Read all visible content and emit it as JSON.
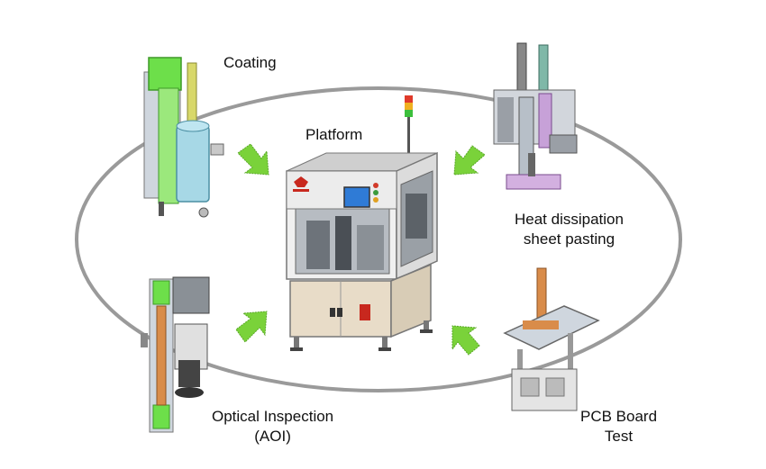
{
  "labels": {
    "platform": "Platform",
    "coating": "Coating",
    "heat_dissipation": [
      "Heat dissipation",
      "sheet pasting"
    ],
    "optical_inspection": [
      "Optical Inspection",
      "(AOI)"
    ],
    "pcb_board_test": [
      "PCB Board",
      "Test"
    ]
  },
  "colors": {
    "cycle_ellipse": "#9a9a9a",
    "arrow": "#7ad23a",
    "coating_module": "#6ddf4a",
    "machine_frame": "#d9d9d9",
    "machine_panel": "#e8dcc8",
    "screen": "#2f7bd6",
    "brand_red": "#c8281e",
    "copper": "#d98c4a"
  },
  "icons": [
    "platform-machine-image",
    "coating-module-image",
    "heat-dissipation-module-image",
    "aoi-module-image",
    "pcb-test-module-image",
    "inward-arrow-icon"
  ]
}
